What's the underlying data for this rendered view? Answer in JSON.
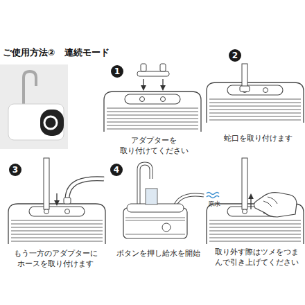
{
  "diagram": {
    "title": "ご使用方法②　連続モード",
    "labels": [
      "1",
      "アダプターを 取り付けてください",
      "2",
      "蛇口を取り付けます",
      "3",
      "もう一方のアダプターに ホースを取り付けます",
      "4",
      "原水",
      "ボタンを押し給水を開始",
      "取り外す際はツメをつま んで引き上げてください"
    ]
  }
}
